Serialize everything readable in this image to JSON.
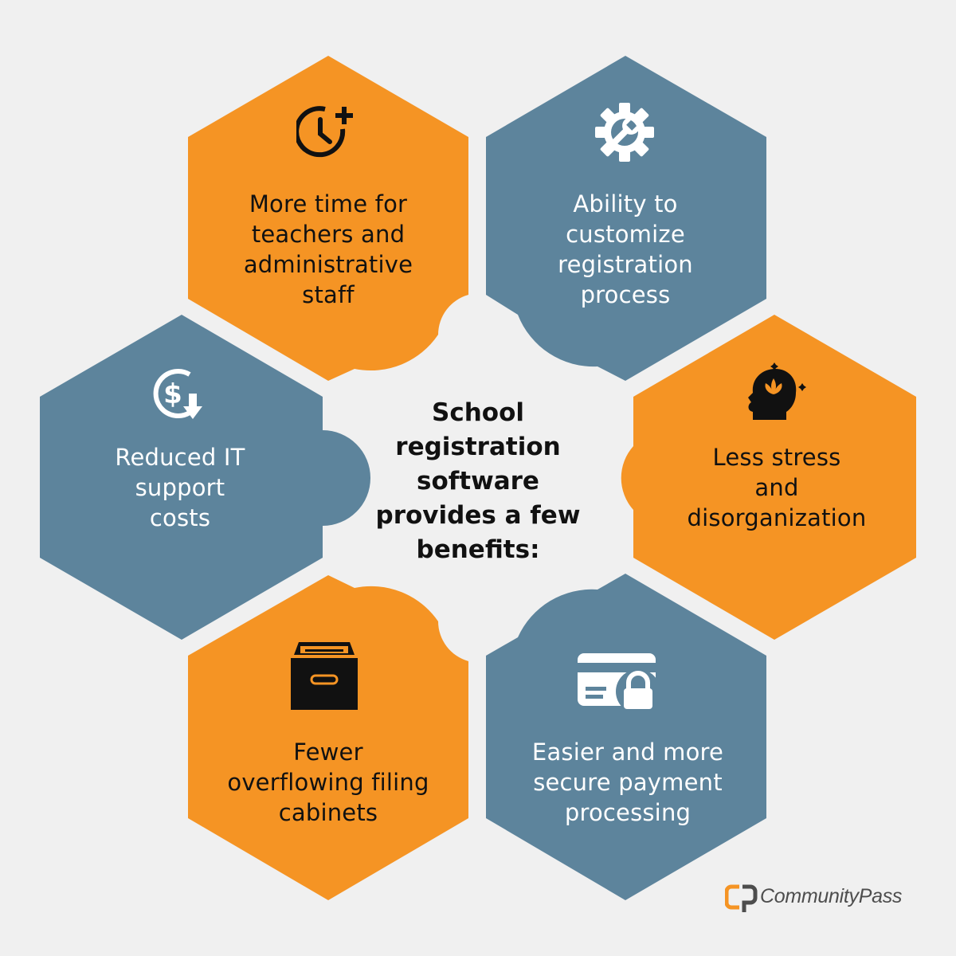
{
  "center_title": "School\nregistration\nsoftware\nprovides a few\nbenefits:",
  "benefits": [
    {
      "label": "More time for\nteachers and\nadministrative\nstaff",
      "icon": "clock-plus-icon",
      "color": "orange"
    },
    {
      "label": "Ability to\ncustomize\nregistration\nprocess",
      "icon": "gear-wrench-icon",
      "color": "blue"
    },
    {
      "label": "Less stress\nand\ndisorganization",
      "icon": "mind-lotus-icon",
      "color": "orange"
    },
    {
      "label": "Easier and more\nsecure payment\nprocessing",
      "icon": "card-lock-icon",
      "color": "blue"
    },
    {
      "label": "Fewer\noverflowing filing\ncabinets",
      "icon": "file-box-icon",
      "color": "orange"
    },
    {
      "label": "Reduced IT\nsupport\ncosts",
      "icon": "dollar-down-icon",
      "color": "blue"
    }
  ],
  "logo": {
    "text": "CommunityPass"
  },
  "colors": {
    "orange": "#f59424",
    "blue": "#5d849c",
    "background": "#f0f0f0"
  }
}
